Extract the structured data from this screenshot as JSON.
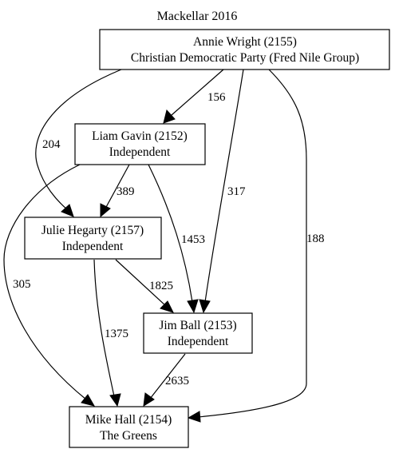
{
  "title": "Mackellar 2016",
  "nodes": {
    "annie": {
      "line1": "Annie Wright (2155)",
      "line2": "Christian Democratic Party (Fred Nile Group)"
    },
    "liam": {
      "line1": "Liam Gavin (2152)",
      "line2": "Independent"
    },
    "julie": {
      "line1": "Julie Hegarty (2157)",
      "line2": "Independent"
    },
    "jim": {
      "line1": "Jim Ball (2153)",
      "line2": "Independent"
    },
    "mike": {
      "line1": "Mike Hall (2154)",
      "line2": "The Greens"
    }
  },
  "edges": {
    "annie_liam": "156",
    "annie_julie": "204",
    "annie_jim": "317",
    "annie_mike": "188",
    "liam_julie": "389",
    "liam_jim": "1453",
    "liam_mike": "305",
    "julie_jim": "1825",
    "julie_mike": "1375",
    "jim_mike": "2635"
  },
  "colors": {
    "stroke": "#000000",
    "background": "#ffffff"
  }
}
